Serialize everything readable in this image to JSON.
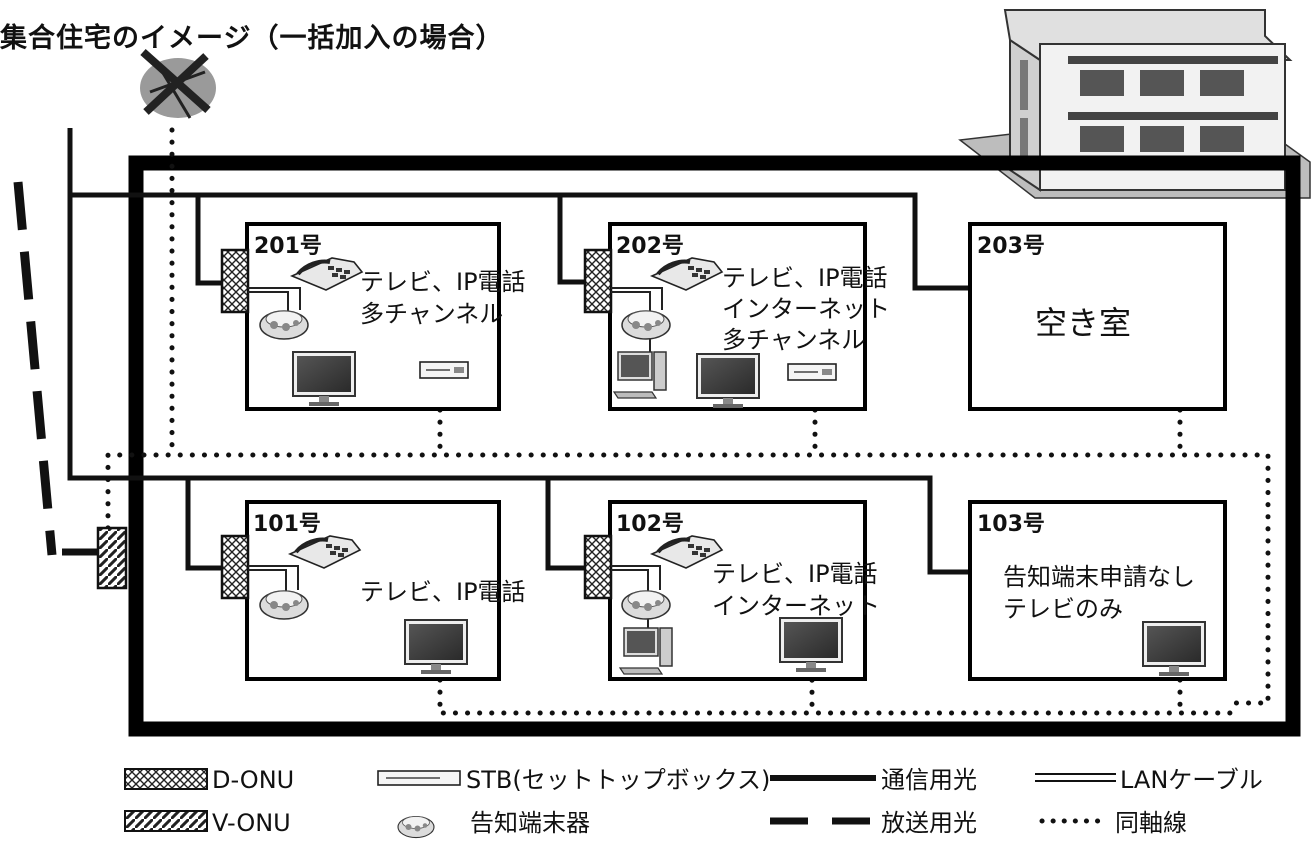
{
  "title": "集合住宅のイメージ（一括加入の場合）",
  "rooms": {
    "r201": {
      "label": "201号",
      "lines": [
        "テレビ、IP電話",
        "多チャンネル"
      ]
    },
    "r202": {
      "label": "202号",
      "lines": [
        "テレビ、IP電話",
        "インターネット",
        "多チャンネル"
      ]
    },
    "r203": {
      "label": "203号",
      "lines": [
        "空き室"
      ]
    },
    "r101": {
      "label": "101号",
      "lines": [
        "テレビ、IP電話"
      ]
    },
    "r102": {
      "label": "102号",
      "lines": [
        "テレビ、IP電話",
        "インターネット"
      ]
    },
    "r103": {
      "label": "103号",
      "lines": [
        "告知端末申請なし",
        "テレビのみ"
      ]
    }
  },
  "legend": {
    "d_onu": "D-ONU",
    "v_onu": "V-ONU",
    "stb": "STB(セットトップボックス)",
    "notice_terminal": "告知端末器",
    "comm_fiber": "通信用光",
    "broadcast_fiber": "放送用光",
    "lan_cable": "LANケーブル",
    "coax": "同軸線"
  },
  "icons": [
    "antenna-crossed-icon",
    "apartment-building-icon",
    "telephone-icon",
    "notice-terminal-icon",
    "tv-icon",
    "stb-icon",
    "pc-icon"
  ]
}
